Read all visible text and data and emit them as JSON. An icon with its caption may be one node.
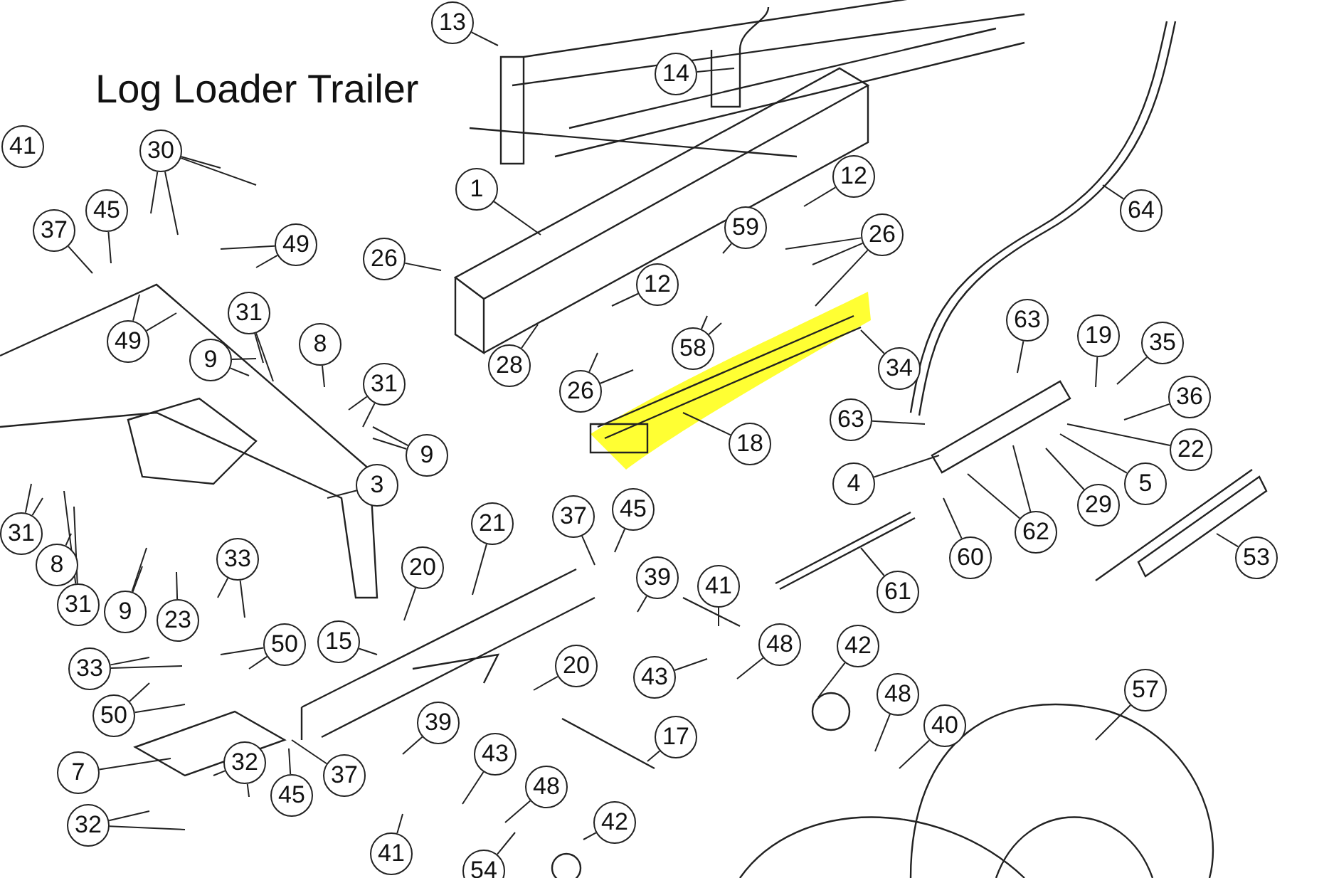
{
  "diagram": {
    "title": "Log Loader Trailer",
    "nodes": [
      {
        "text": [
          "13"
        ]
      },
      {
        "text": [
          "14"
        ]
      },
      {
        "text": [
          "30"
        ]
      },
      {
        "text": [
          "41"
        ]
      },
      {
        "text": [
          "12"
        ]
      },
      {
        "text": [
          "1"
        ]
      },
      {
        "text": [
          "45"
        ]
      },
      {
        "text": [
          "64"
        ]
      },
      {
        "text": [
          "37"
        ]
      },
      {
        "text": [
          "26"
        ]
      },
      {
        "text": [
          "59"
        ]
      },
      {
        "text": [
          "26"
        ]
      },
      {
        "text": [
          "49"
        ]
      },
      {
        "text": [
          "12"
        ]
      },
      {
        "text": [
          "31"
        ]
      },
      {
        "text": [
          "63"
        ]
      },
      {
        "text": [
          "19"
        ]
      },
      {
        "text": [
          "35"
        ]
      },
      {
        "text": [
          "49"
        ]
      },
      {
        "text": [
          "8"
        ]
      },
      {
        "text": [
          "58"
        ]
      },
      {
        "text": [
          "9"
        ]
      },
      {
        "text": [
          "28"
        ]
      },
      {
        "text": [
          "34"
        ]
      },
      {
        "text": [
          "31"
        ]
      },
      {
        "text": [
          "26"
        ]
      },
      {
        "text": [
          "36"
        ]
      },
      {
        "text": [
          "63"
        ]
      },
      {
        "text": [
          "18"
        ]
      },
      {
        "text": [
          "22"
        ]
      },
      {
        "text": [
          "9"
        ]
      },
      {
        "text": [
          "4"
        ]
      },
      {
        "text": [
          "5"
        ]
      },
      {
        "text": [
          "3"
        ]
      },
      {
        "text": [
          "29"
        ]
      },
      {
        "text": [
          "21"
        ]
      },
      {
        "text": [
          "37"
        ]
      },
      {
        "text": [
          "45"
        ]
      },
      {
        "text": [
          "62"
        ]
      },
      {
        "text": [
          "31"
        ]
      },
      {
        "text": [
          "8"
        ]
      },
      {
        "text": [
          "33"
        ]
      },
      {
        "text": [
          "53"
        ]
      },
      {
        "text": [
          "60"
        ]
      },
      {
        "text": [
          "20"
        ]
      },
      {
        "text": [
          "39"
        ]
      },
      {
        "text": [
          "41"
        ]
      },
      {
        "text": [
          "61"
        ]
      },
      {
        "text": [
          "31"
        ]
      },
      {
        "text": [
          "9"
        ]
      },
      {
        "text": [
          "23"
        ]
      },
      {
        "text": [
          "15"
        ]
      },
      {
        "text": [
          "50"
        ]
      },
      {
        "text": [
          "42"
        ]
      },
      {
        "text": [
          "48"
        ]
      },
      {
        "text": [
          "20"
        ]
      },
      {
        "text": [
          "33"
        ]
      },
      {
        "text": [
          "43"
        ]
      },
      {
        "text": [
          "57"
        ]
      },
      {
        "text": [
          "48"
        ]
      },
      {
        "text": [
          "50"
        ]
      },
      {
        "text": [
          "39"
        ]
      },
      {
        "text": [
          "40"
        ]
      },
      {
        "text": [
          "17"
        ]
      },
      {
        "text": [
          "43"
        ]
      },
      {
        "text": [
          "32"
        ]
      },
      {
        "text": [
          "7"
        ]
      },
      {
        "text": [
          "37"
        ]
      },
      {
        "text": [
          "48"
        ]
      },
      {
        "text": [
          "45"
        ]
      },
      {
        "text": [
          "42"
        ]
      },
      {
        "text": [
          "32"
        ]
      },
      {
        "text": [
          "41"
        ]
      },
      {
        "text": [
          "54"
        ]
      }
    ],
    "edges": [
      {
        "from": 0,
        "to": null,
        "arrow": "none"
      },
      {
        "from": 1,
        "to": null,
        "arrow": "none"
      },
      {
        "from": 2,
        "to": null,
        "arrow": "none"
      },
      {
        "from": 2,
        "to": null,
        "arrow": "none"
      },
      {
        "from": 2,
        "to": null,
        "arrow": "none"
      },
      {
        "from": 2,
        "to": null,
        "arrow": "none"
      },
      {
        "from": 4,
        "to": null,
        "arrow": "none"
      },
      {
        "from": 5,
        "to": null,
        "arrow": "none"
      },
      {
        "from": 6,
        "to": null,
        "arrow": "none"
      },
      {
        "from": 7,
        "to": null,
        "arrow": "none"
      },
      {
        "from": 8,
        "to": null,
        "arrow": "none"
      },
      {
        "from": 9,
        "to": null,
        "arrow": "none"
      },
      {
        "from": 10,
        "to": null,
        "arrow": "none"
      },
      {
        "from": 11,
        "to": null,
        "arrow": "none"
      },
      {
        "from": 11,
        "to": null,
        "arrow": "none"
      },
      {
        "from": 11,
        "to": null,
        "arrow": "none"
      },
      {
        "from": 12,
        "to": null,
        "arrow": "none"
      },
      {
        "from": 12,
        "to": null,
        "arrow": "none"
      },
      {
        "from": 13,
        "to": null,
        "arrow": "none"
      },
      {
        "from": 14,
        "to": null,
        "arrow": "none"
      },
      {
        "from": 14,
        "to": null,
        "arrow": "none"
      },
      {
        "from": 15,
        "to": null,
        "arrow": "none"
      },
      {
        "from": 16,
        "to": null,
        "arrow": "none"
      },
      {
        "from": 17,
        "to": null,
        "arrow": "none"
      },
      {
        "from": 18,
        "to": null,
        "arrow": "none"
      },
      {
        "from": 18,
        "to": null,
        "arrow": "none"
      },
      {
        "from": 19,
        "to": null,
        "arrow": "none"
      },
      {
        "from": 20,
        "to": null,
        "arrow": "none"
      },
      {
        "from": 20,
        "to": null,
        "arrow": "none"
      },
      {
        "from": 21,
        "to": null,
        "arrow": "none"
      },
      {
        "from": 21,
        "to": null,
        "arrow": "none"
      },
      {
        "from": 22,
        "to": null,
        "arrow": "none"
      },
      {
        "from": 23,
        "to": null,
        "arrow": "none"
      },
      {
        "from": 24,
        "to": null,
        "arrow": "none"
      },
      {
        "from": 24,
        "to": null,
        "arrow": "none"
      },
      {
        "from": 25,
        "to": null,
        "arrow": "none"
      },
      {
        "from": 25,
        "to": null,
        "arrow": "none"
      },
      {
        "from": 26,
        "to": null,
        "arrow": "none"
      },
      {
        "from": 27,
        "to": null,
        "arrow": "none"
      },
      {
        "from": 28,
        "to": null,
        "arrow": "none"
      },
      {
        "from": 29,
        "to": null,
        "arrow": "none"
      },
      {
        "from": 30,
        "to": null,
        "arrow": "none"
      },
      {
        "from": 30,
        "to": null,
        "arrow": "none"
      },
      {
        "from": 31,
        "to": null,
        "arrow": "none"
      },
      {
        "from": 32,
        "to": null,
        "arrow": "none"
      },
      {
        "from": 33,
        "to": null,
        "arrow": "none"
      },
      {
        "from": 34,
        "to": null,
        "arrow": "none"
      },
      {
        "from": 35,
        "to": null,
        "arrow": "none"
      },
      {
        "from": 36,
        "to": null,
        "arrow": "none"
      },
      {
        "from": 37,
        "to": null,
        "arrow": "none"
      },
      {
        "from": 38,
        "to": null,
        "arrow": "none"
      },
      {
        "from": 38,
        "to": null,
        "arrow": "none"
      },
      {
        "from": 39,
        "to": null,
        "arrow": "none"
      },
      {
        "from": 39,
        "to": null,
        "arrow": "none"
      },
      {
        "from": 40,
        "to": null,
        "arrow": "none"
      },
      {
        "from": 41,
        "to": null,
        "arrow": "none"
      },
      {
        "from": 41,
        "to": null,
        "arrow": "none"
      },
      {
        "from": 42,
        "to": null,
        "arrow": "none"
      },
      {
        "from": 43,
        "to": null,
        "arrow": "none"
      },
      {
        "from": 44,
        "to": null,
        "arrow": "none"
      },
      {
        "from": 45,
        "to": null,
        "arrow": "none"
      },
      {
        "from": 46,
        "to": null,
        "arrow": "none"
      },
      {
        "from": 47,
        "to": null,
        "arrow": "none"
      },
      {
        "from": 48,
        "to": null,
        "arrow": "none"
      },
      {
        "from": 48,
        "to": null,
        "arrow": "none"
      },
      {
        "from": 49,
        "to": null,
        "arrow": "none"
      },
      {
        "from": 49,
        "to": null,
        "arrow": "none"
      },
      {
        "from": 50,
        "to": null,
        "arrow": "none"
      },
      {
        "from": 51,
        "to": null,
        "arrow": "none"
      },
      {
        "from": 52,
        "to": null,
        "arrow": "none"
      },
      {
        "from": 52,
        "to": null,
        "arrow": "none"
      },
      {
        "from": 53,
        "to": null,
        "arrow": "none"
      },
      {
        "from": 54,
        "to": null,
        "arrow": "none"
      },
      {
        "from": 55,
        "to": null,
        "arrow": "none"
      },
      {
        "from": 56,
        "to": null,
        "arrow": "none"
      },
      {
        "from": 56,
        "to": null,
        "arrow": "none"
      },
      {
        "from": 57,
        "to": null,
        "arrow": "none"
      },
      {
        "from": 58,
        "to": null,
        "arrow": "none"
      },
      {
        "from": 59,
        "to": null,
        "arrow": "none"
      },
      {
        "from": 60,
        "to": null,
        "arrow": "none"
      },
      {
        "from": 60,
        "to": null,
        "arrow": "none"
      },
      {
        "from": 61,
        "to": null,
        "arrow": "none"
      },
      {
        "from": 62,
        "to": null,
        "arrow": "none"
      },
      {
        "from": 63,
        "to": null,
        "arrow": "none"
      },
      {
        "from": 64,
        "to": null,
        "arrow": "none"
      },
      {
        "from": 65,
        "to": null,
        "arrow": "none"
      },
      {
        "from": 65,
        "to": null,
        "arrow": "none"
      },
      {
        "from": 66,
        "to": null,
        "arrow": "none"
      },
      {
        "from": 67,
        "to": null,
        "arrow": "none"
      },
      {
        "from": 68,
        "to": null,
        "arrow": "none"
      },
      {
        "from": 69,
        "to": null,
        "arrow": "none"
      },
      {
        "from": 70,
        "to": null,
        "arrow": "none"
      },
      {
        "from": 71,
        "to": null,
        "arrow": "none"
      },
      {
        "from": 71,
        "to": null,
        "arrow": "none"
      },
      {
        "from": 72,
        "to": null,
        "arrow": "none"
      },
      {
        "from": 73,
        "to": null,
        "arrow": "none"
      }
    ]
  }
}
